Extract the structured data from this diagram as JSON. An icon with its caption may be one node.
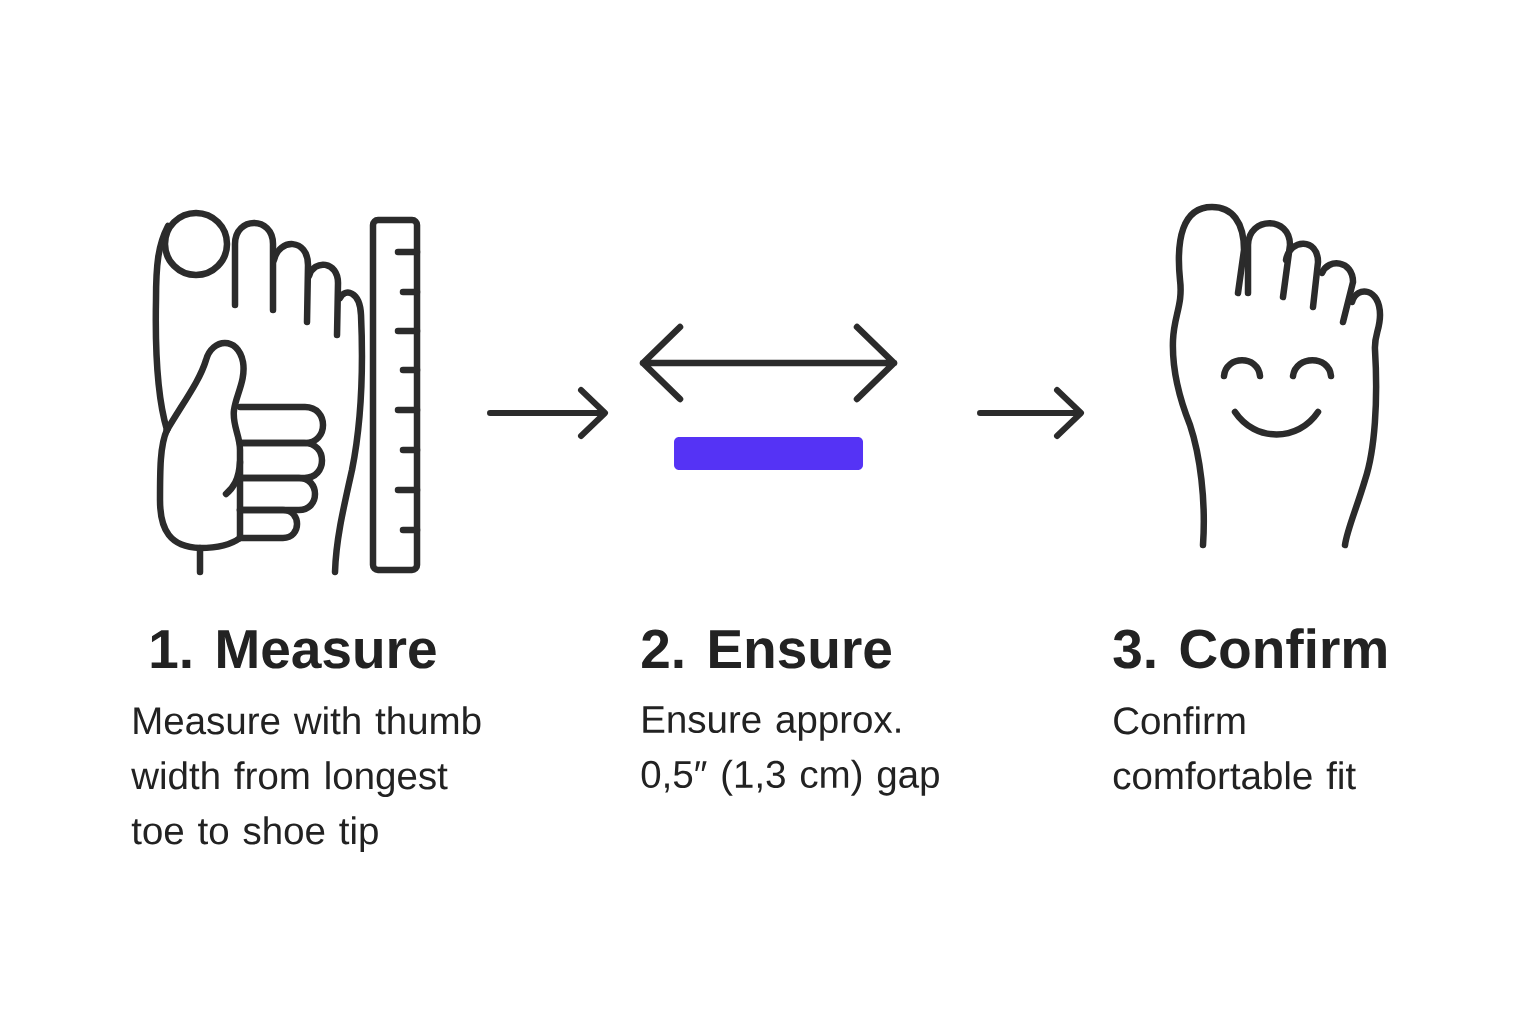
{
  "diagram": {
    "nodes": [
      {
        "text": [
          "1. Measure",
          "Measure with thumb width from longest toe to shoe tip"
        ]
      },
      {
        "text": [
          "2. Ensure",
          "Ensure approx. 0,5″ (1,3 cm) gap"
        ]
      },
      {
        "text": [],
        "shape": "bar",
        "in": 1
      },
      {
        "text": [
          "3. Confirm",
          "Confirm comfortable fit"
        ]
      }
    ],
    "edges": [
      {
        "from": 0,
        "to": 1,
        "arrow": "to"
      },
      {
        "from": 1,
        "to": 3,
        "arrow": "to"
      }
    ]
  }
}
